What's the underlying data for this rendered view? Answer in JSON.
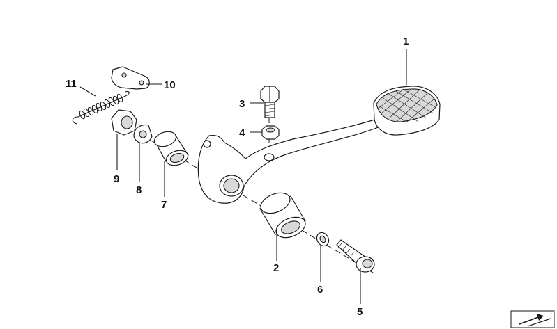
{
  "callouts": [
    {
      "id": "pedal",
      "label": "1"
    },
    {
      "id": "bush-large",
      "label": "2"
    },
    {
      "id": "bolt",
      "label": "3"
    },
    {
      "id": "nut-small",
      "label": "4"
    },
    {
      "id": "pin-bolt",
      "label": "5"
    },
    {
      "id": "washer-large",
      "label": "6"
    },
    {
      "id": "bush-small",
      "label": "7"
    },
    {
      "id": "washer-shaped",
      "label": "8"
    },
    {
      "id": "nut-hex",
      "label": "9"
    },
    {
      "id": "bracket",
      "label": "10"
    },
    {
      "id": "spring",
      "label": "11"
    }
  ],
  "icons": {
    "corner": "arrow-diagram-icon"
  },
  "colors": {
    "line": "#1a1a1a",
    "shade": "#d9d9d9"
  }
}
